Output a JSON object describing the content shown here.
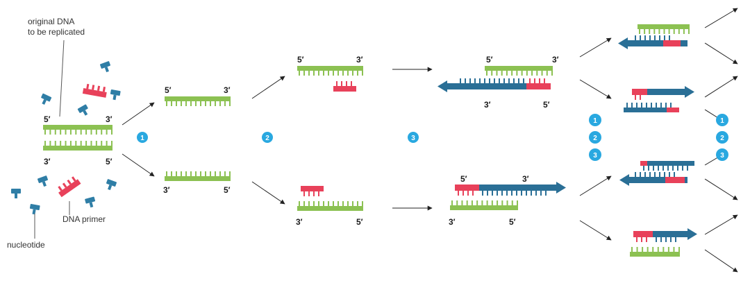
{
  "labels": {
    "original_dna": [
      "original DNA",
      "to be replicated"
    ],
    "dna_primer": "DNA primer",
    "nucleotide": "nucleotide"
  },
  "ends": {
    "five": "5′",
    "three": "3′"
  },
  "steps": [
    "1",
    "2",
    "3"
  ],
  "colors": {
    "template_strand": "#8cc152",
    "primer": "#e8415a",
    "new_strand": "#2a6f96",
    "nucleotide": "#2f7ea6",
    "step_badge": "#29a8e0",
    "arrow": "#222222"
  }
}
